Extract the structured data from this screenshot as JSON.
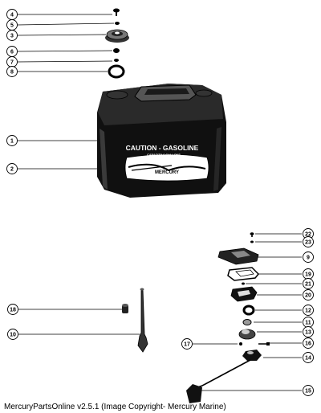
{
  "callouts": {
    "c1": "1",
    "c2": "2",
    "c3": "3",
    "c4": "4",
    "c5": "5",
    "c6": "6",
    "c7": "7",
    "c8": "8",
    "c9": "9",
    "c10": "10",
    "c11": "11",
    "c12": "12",
    "c13": "13",
    "c14": "14",
    "c15": "15",
    "c16": "16",
    "c17": "17",
    "c18": "18",
    "c19": "19",
    "c20": "20",
    "c21": "21",
    "c22": "22",
    "c23": "23"
  },
  "tank": {
    "caution_text": "CAUTION - GASOLINE",
    "capacity_text": "CAPACITY 6 GALLONS",
    "brand_text": "MERCURY"
  },
  "footer": {
    "text": "MercuryPartsOnline v2.5.1 (Image Copyright- Mercury Marine)"
  },
  "colors": {
    "ink": "#000000",
    "tank": "#101010",
    "paper": "#ffffff"
  }
}
